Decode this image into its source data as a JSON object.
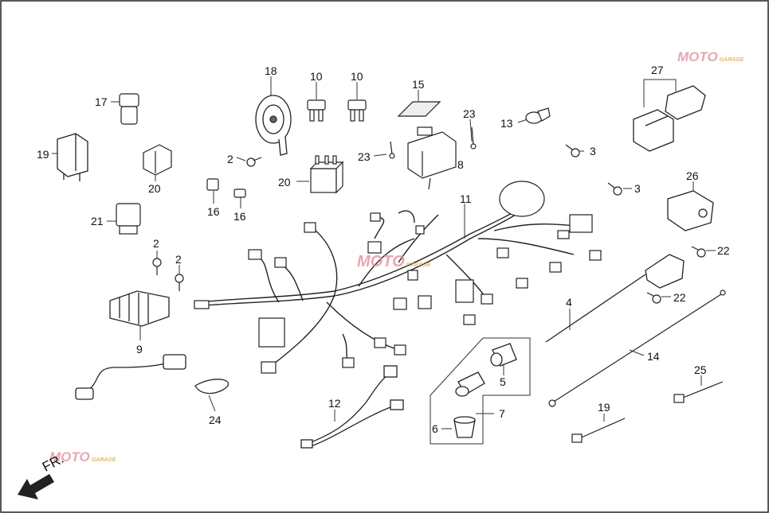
{
  "diagram": {
    "front_marker": "FR.",
    "watermark": "MOTO",
    "watermark_small": "GARAGE",
    "callouts": [
      {
        "id": "c18",
        "text": "18"
      },
      {
        "id": "c10a",
        "text": "10"
      },
      {
        "id": "c10b",
        "text": "10"
      },
      {
        "id": "c15",
        "text": "15"
      },
      {
        "id": "c17",
        "text": "17"
      },
      {
        "id": "c23a",
        "text": "23"
      },
      {
        "id": "c13",
        "text": "13"
      },
      {
        "id": "c27",
        "text": "27"
      },
      {
        "id": "c19a",
        "text": "19"
      },
      {
        "id": "c2a",
        "text": "2"
      },
      {
        "id": "c23b",
        "text": "23"
      },
      {
        "id": "c8",
        "text": "8"
      },
      {
        "id": "c3a",
        "text": "3"
      },
      {
        "id": "c20a",
        "text": "20"
      },
      {
        "id": "c20b",
        "text": "20"
      },
      {
        "id": "c26",
        "text": "26"
      },
      {
        "id": "c3b",
        "text": "3"
      },
      {
        "id": "c11",
        "text": "11"
      },
      {
        "id": "c16a",
        "text": "16"
      },
      {
        "id": "c16b",
        "text": "16"
      },
      {
        "id": "c21",
        "text": "21"
      },
      {
        "id": "c2b",
        "text": "2"
      },
      {
        "id": "c2c",
        "text": "2"
      },
      {
        "id": "c22a",
        "text": "22"
      },
      {
        "id": "c22b",
        "text": "22"
      },
      {
        "id": "c4",
        "text": "4"
      },
      {
        "id": "c9",
        "text": "9"
      },
      {
        "id": "c14",
        "text": "14"
      },
      {
        "id": "c5",
        "text": "5"
      },
      {
        "id": "c25",
        "text": "25"
      },
      {
        "id": "c12",
        "text": "12"
      },
      {
        "id": "c7",
        "text": "7"
      },
      {
        "id": "c24",
        "text": "24"
      },
      {
        "id": "c19b",
        "text": "19"
      },
      {
        "id": "c6",
        "text": "6"
      }
    ]
  }
}
